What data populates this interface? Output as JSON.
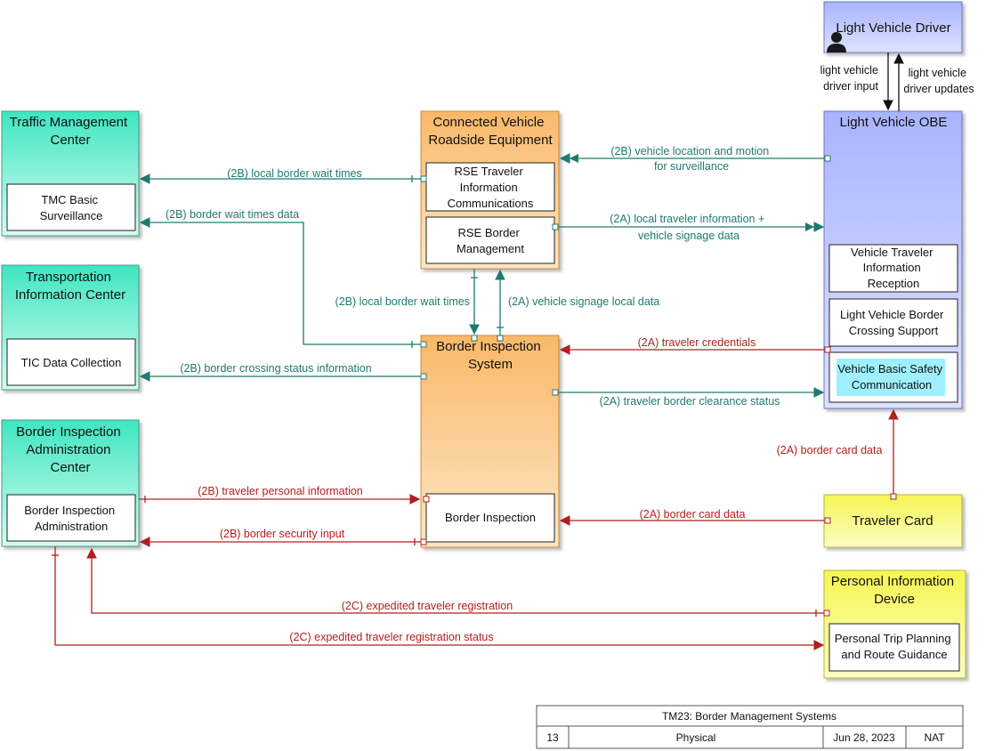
{
  "nodes": {
    "tmc": {
      "title": [
        "Traffic Management",
        "Center"
      ],
      "sub": [
        "TMC Basic",
        "Surveillance"
      ]
    },
    "tic": {
      "title": [
        "Transportation",
        "Information Center"
      ],
      "sub": [
        "TIC Data Collection"
      ]
    },
    "biac": {
      "title": [
        "Border Inspection",
        "Administration",
        "Center"
      ],
      "sub": [
        "Border Inspection",
        "Administration"
      ]
    },
    "cvrse": {
      "title": [
        "Connected Vehicle",
        "Roadside Equipment"
      ],
      "sub1": [
        "RSE Traveler",
        "Information",
        "Communications"
      ],
      "sub2": [
        "RSE Border",
        "Management"
      ]
    },
    "bis": {
      "title": [
        "Border Inspection",
        "System"
      ],
      "sub": [
        "Border Inspection"
      ]
    },
    "lvd": {
      "title": [
        "Light Vehicle Driver"
      ]
    },
    "obe": {
      "title": [
        "Light Vehicle OBE"
      ],
      "sub1": [
        "Vehicle Traveler",
        "Information",
        "Reception"
      ],
      "sub2": [
        "Light Vehicle Border",
        "Crossing Support"
      ],
      "sub3": [
        "Vehicle Basic Safety",
        "Communication"
      ]
    },
    "card": {
      "title": [
        "Traveler Card"
      ]
    },
    "pid": {
      "title": [
        "Personal Information",
        "Device"
      ],
      "sub": [
        "Personal Trip Planning",
        "and Route Guidance"
      ]
    }
  },
  "flows": {
    "f1": [
      "(2B) local border wait times"
    ],
    "f2": [
      "(2B) border wait times data"
    ],
    "f3": [
      "(2B) border crossing status information"
    ],
    "f4": [
      "(2B) traveler personal information"
    ],
    "f5": [
      "(2B) border security input"
    ],
    "f6": [
      "(2B) vehicle location and motion",
      "for surveillance"
    ],
    "f7": [
      "(2A) local traveler information +",
      "vehicle signage data"
    ],
    "f8": [
      "(2B) local border wait times"
    ],
    "f9": [
      "(2A) vehicle signage local data"
    ],
    "f10": [
      "(2A) traveler credentials"
    ],
    "f11": [
      "(2A) traveler border clearance status"
    ],
    "f12": [
      "(2A) border card data"
    ],
    "f13": [
      "(2A) border card data"
    ],
    "f14": [
      "(2C) expedited traveler registration"
    ],
    "f15": [
      "(2C) expedited traveler registration status"
    ],
    "f16": [
      "light vehicle",
      "driver input"
    ],
    "f17": [
      "light vehicle",
      "driver updates"
    ]
  },
  "footer": {
    "title": "TM23: Border Management Systems",
    "number": "13",
    "view": "Physical",
    "date": "Jun 28, 2023",
    "code": "NAT"
  },
  "icons": {
    "driver": "person-icon"
  },
  "colors": {
    "center": "#3ee6c0",
    "field": "#f9b869",
    "vehicle": "#a9b4ff",
    "traveler": "#f5f551",
    "highlight_sub": "#9ff0ff",
    "flow_teal": "#1f7a6e",
    "flow_red": "#b0201f"
  }
}
